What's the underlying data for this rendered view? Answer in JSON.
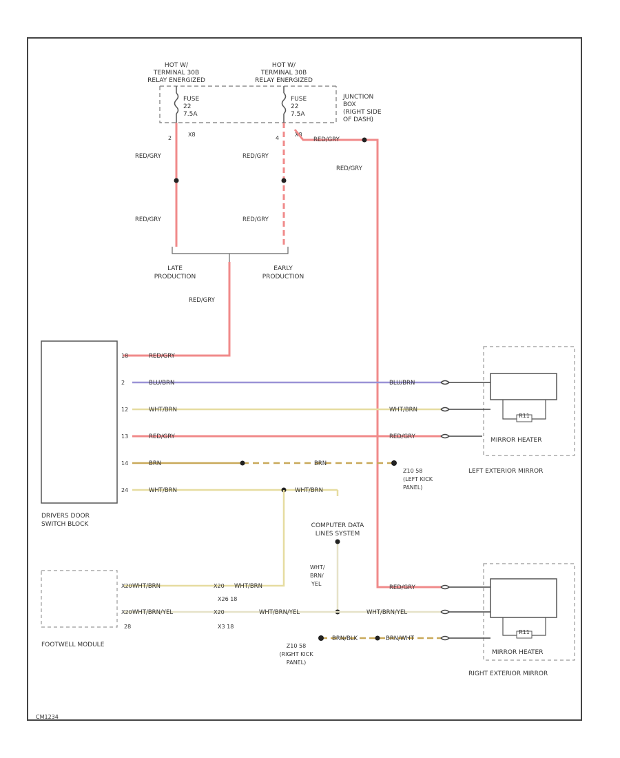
{
  "frame_code": "CM1234",
  "supply": {
    "hot_left": [
      "HOT W/",
      "TERMINAL 30B",
      "RELAY ENERGIZED"
    ],
    "hot_right": [
      "HOT W/",
      "TERMINAL 30B",
      "RELAY ENERGIZED"
    ],
    "fuse_left": [
      "FUSE",
      "22",
      "7.5A"
    ],
    "fuse_right": [
      "FUSE",
      "22",
      "7.5A"
    ],
    "junction_box": [
      "JUNCTION",
      "BOX",
      "(RIGHT SIDE",
      "OF DASH)"
    ],
    "pin_left_num": "2",
    "pin_left_code": "X8",
    "pin_right_num": "4",
    "pin_right_code": "X8"
  },
  "production": {
    "late": [
      "LATE",
      "PRODUCTION"
    ],
    "early": [
      "EARLY",
      "PRODUCTION"
    ]
  },
  "wire_colors": {
    "red_gry": "RED/GRY",
    "blu_brn": "BLU/BRN",
    "wht_brn": "WHT/BRN",
    "brn": "BRN",
    "wht_brn_yel": "WHT/BRN/YEL",
    "brn_blk": "BRN/BLK",
    "brn_wht": "BRN/WHT",
    "wht_brn_yel_stack": [
      "WHT/",
      "BRN/",
      "YEL"
    ]
  },
  "driver_switch": {
    "name": [
      "DRIVERS DOOR",
      "SWITCH BLOCK"
    ],
    "pins": [
      "18",
      "2",
      "12",
      "13",
      "14",
      "24"
    ]
  },
  "left_mirror": {
    "heater_label": "MIRROR HEATER",
    "caption": "LEFT EXTERIOR MIRROR",
    "element_code": "R11"
  },
  "right_mirror": {
    "heater_label": "MIRROR HEATER",
    "caption": "RIGHT EXTERIOR MIRROR",
    "element_code": "R11"
  },
  "grounds": {
    "left": [
      "Z10 58",
      "(LEFT KICK",
      "PANEL)"
    ],
    "right": [
      "Z10 58",
      "(RIGHT KICK",
      "PANEL)"
    ]
  },
  "computer_data": [
    "COMPUTER DATA",
    "LINES SYSTEM"
  ],
  "footwell": {
    "name": "FOOTWELL MODULE",
    "pin_top": "X20",
    "pin_bottom": "X20",
    "pin_code": "28"
  },
  "connectors": {
    "x26_top": "X26 18",
    "x26_bottom": "X3 18",
    "x26_top_pin": "X20",
    "x26_bottom_pin": "X20"
  }
}
